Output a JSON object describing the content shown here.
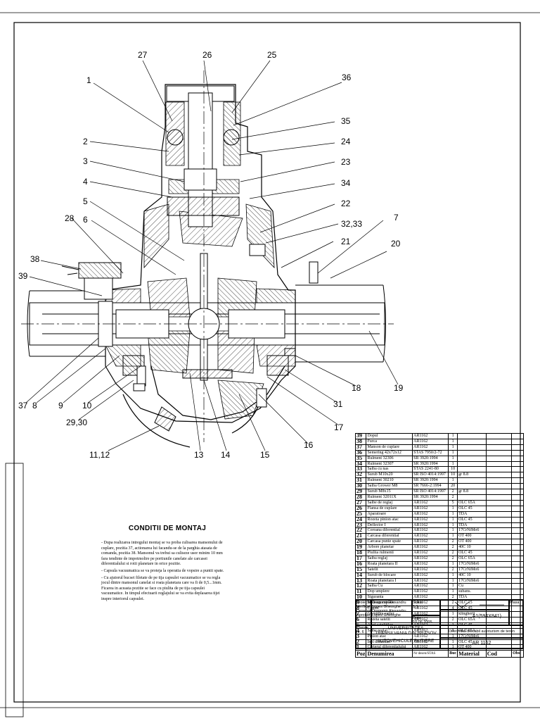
{
  "callouts": [
    "1",
    "2",
    "3",
    "4",
    "5",
    "6",
    "7",
    "8",
    "9",
    "10",
    "11,12",
    "13",
    "14",
    "15",
    "16",
    "17",
    "18",
    "19",
    "20",
    "21",
    "22",
    "23",
    "24",
    "25",
    "26",
    "27",
    "28",
    "29,30",
    "31",
    "32,33",
    "34",
    "35",
    "36",
    "37",
    "38",
    "39"
  ],
  "bom_header": {
    "pos": "Poz",
    "name": "Denumirea",
    "std": "Nr desen/STAS",
    "qty": "Buc",
    "material": "Material",
    "code": "Cod",
    "obs": "Obs"
  },
  "bom": [
    {
      "pos": "39",
      "name": "Dopul",
      "std": "AR1162",
      "qty": "1",
      "material": ""
    },
    {
      "pos": "38",
      "name": "Furca",
      "std": "AR1162",
      "qty": "1",
      "material": ""
    },
    {
      "pos": "37",
      "name": "Manson de cuplare",
      "std": "AR1162",
      "qty": "1",
      "material": ""
    },
    {
      "pos": "36",
      "name": "Semering 42x72x12",
      "std": "STAS 7950/2-72",
      "qty": "1",
      "material": ""
    },
    {
      "pos": "35",
      "name": "Rulment 32306",
      "std": "SR 3920:1994",
      "qty": "1",
      "material": ""
    },
    {
      "pos": "34",
      "name": "Rulment 32307",
      "std": "SR 3920:1994",
      "qty": "1",
      "material": ""
    },
    {
      "pos": "33",
      "name": "Saiba cu nas",
      "std": "STAS 2241-80",
      "qty": "10",
      "material": ""
    },
    {
      "pos": "32",
      "name": "Surub M10x20",
      "std": "SR ISO 4014:1997",
      "qty": "10",
      "material": "gr 8.8"
    },
    {
      "pos": "31",
      "name": "Rulment 30210",
      "std": "SR 3920:1994",
      "qty": "1",
      "material": ""
    },
    {
      "pos": "30",
      "name": "Saiba Grower M8",
      "std": "SR 7666-2:1994",
      "qty": "20",
      "material": ""
    },
    {
      "pos": "29",
      "name": "Surub M8x15",
      "std": "SR ISO 4014:1997",
      "qty": "2",
      "material": "gr 8.8"
    },
    {
      "pos": "28",
      "name": "Rulment 32011X",
      "std": "SR 3920:1994",
      "qty": "2",
      "material": ""
    },
    {
      "pos": "27",
      "name": "Saibe de reglaj",
      "std": "AR1162",
      "qty": "5",
      "material": "OLC 65A"
    },
    {
      "pos": "26",
      "name": "Flansa de cuplare",
      "std": "AR1162",
      "qty": "1",
      "material": "OLC 45"
    },
    {
      "pos": "25",
      "name": "Aparatoare",
      "std": "AR1162",
      "qty": "1",
      "material": "TDA"
    },
    {
      "pos": "24",
      "name": "Rozeta pinion atac",
      "std": "AR1162",
      "qty": "1",
      "material": "OLC 45"
    },
    {
      "pos": "23",
      "name": "Deflector I",
      "std": "AR1162",
      "qty": "1",
      "material": "TDA"
    },
    {
      "pos": "22",
      "name": "Coroana diferential",
      "std": "AR1162",
      "qty": "1",
      "material": "17CrNiMo6"
    },
    {
      "pos": "21",
      "name": "Carcasa diferential",
      "std": "AR1162",
      "qty": "1",
      "material": "OT 400"
    },
    {
      "pos": "20",
      "name": "Carcasa punte spate",
      "std": "AR1162",
      "qty": "2",
      "material": "OT 400"
    },
    {
      "pos": "19",
      "name": "Arbore planetar",
      "std": "AR1162",
      "qty": "2",
      "material": "40C 10"
    },
    {
      "pos": "18",
      "name": "Piulita rulmenti",
      "std": "AR1162",
      "qty": "2",
      "material": "OLC 45"
    },
    {
      "pos": "17",
      "name": "Saiba reglaj",
      "std": "AR1162",
      "qty": "2",
      "material": "OLC 65A"
    },
    {
      "pos": "16",
      "name": "Roata planetara II",
      "std": "AR1162",
      "qty": "1",
      "material": "17CrNiMo6"
    },
    {
      "pos": "15",
      "name": "Satelit",
      "std": "AR1162",
      "qty": "2",
      "material": "17CrNiMo6"
    },
    {
      "pos": "14",
      "name": "Surub de blocare",
      "std": "AR1162",
      "qty": "1",
      "material": "40C 10"
    },
    {
      "pos": "13",
      "name": "Roata planetara I",
      "std": "AR1162",
      "qty": "1",
      "material": "17CrNiMo6"
    },
    {
      "pos": "12",
      "name": "Saiba Cu",
      "std": "AR1162",
      "qty": "1",
      "material": "Cu"
    },
    {
      "pos": "11",
      "name": "Dop umplere",
      "std": "AR1162",
      "qty": "1",
      "material": "subans."
    },
    {
      "pos": "10",
      "name": "Siguranta",
      "std": "AR1162",
      "qty": "2",
      "material": "TDA"
    },
    {
      "pos": "9",
      "name": "Manson cuplare",
      "std": "AR1162",
      "qty": "2",
      "material": "OLC 15"
    },
    {
      "pos": "8",
      "name": "Crabot",
      "std": "AR1162",
      "qty": "4",
      "material": "OLC 45"
    },
    {
      "pos": "7",
      "name": "Garnitura carter",
      "std": "AR1162",
      "qty": "1",
      "material": "klingherit"
    },
    {
      "pos": "6",
      "name": "Rozeta satelit",
      "std": "AR1162",
      "qty": "2",
      "material": "OLC 65A"
    },
    {
      "pos": "5",
      "name": "Axul satelitilor",
      "std": "AR1162",
      "qty": "1",
      "material": "OLC 45"
    },
    {
      "pos": "4",
      "name": "Saibe reglaj",
      "std": "AR1162",
      "qty": "3",
      "material": "OLC 65A"
    },
    {
      "pos": "3",
      "name": "Pinion atac",
      "std": "AR1162",
      "qty": "1",
      "material": "17CrNiMo6"
    },
    {
      "pos": "2",
      "name": "Inel distantier",
      "std": "AR1162",
      "qty": "1",
      "material": "OLC 45"
    },
    {
      "pos": "1",
      "name": "Carterul diferentialului",
      "std": "AR1162",
      "qty": "1",
      "material": "OT 400"
    }
  ],
  "conditions": {
    "title": "CONDITII DE MONTAJ",
    "paragraphs": [
      "- Dupa realizarea intregului montaj se va proba culisarea mansonului de cuplare, pozitia 37, actionarea lui facandu-se de la parghia atasata de comanda, pozitia 38. Mansonul va trebui sa culiseze usor minim 10 mm fara tendinte de impotmolire pe portiunile canelate ale carcasei diferentialului si rotii planetare in orice pozitie.",
      "- Capsula vacuumatica se va proteja la operatia de vopsire a puntii spate.",
      "- Cu ajutorul bucsei filetate de pe tija capsulei vacuumatice se va regla jocul dintre mansonul canelat si roata planetara care va fi de 0,5...1mm. Ficarea in aceasta pozitie se face cu piulita de pe tija capsulei vacuumatice. In timpul efectuarii reglajului se va evita deplasarea tijei inspre interiorul capsulei."
    ]
  },
  "titleblock": {
    "rows_left": [
      "Proiectat",
      "Verificat",
      "Desenat",
      "Aprobat"
    ],
    "names": [
      "Dragomir Alexandru",
      "Lupes Gheorghe",
      "Dragomir Alexandru",
      "Lupes Gheorghe"
    ],
    "scale_label": "Scara",
    "scale": "1:1",
    "format": "A1(594X841)",
    "mass_label": "Masa",
    "date": "Data: 10.06.2005",
    "university_1": "UNIVERSITATEA",
    "university_2": "TRANSILVANIA DIN BRASOV",
    "department": "AUTOVEHICULE RUTIERE",
    "drawing_title": "Diferential blocabil autoturism de teren",
    "drawing_number": "AR 1162",
    "sheet": "Planse nr. 6"
  }
}
